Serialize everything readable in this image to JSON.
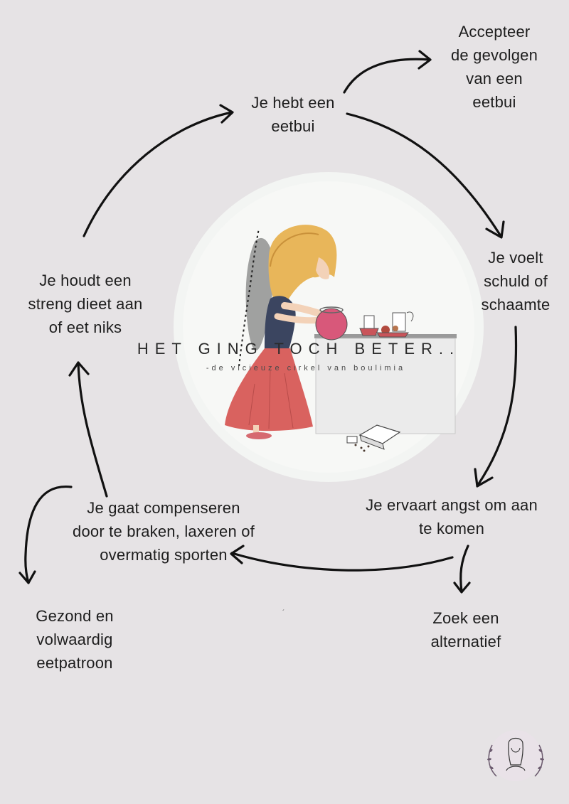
{
  "nodes": {
    "eetbui": [
      "Je hebt een",
      "eetbui"
    ],
    "accept": [
      "Accepteer",
      "de gevolgen",
      "van een",
      "eetbui"
    ],
    "schuld": [
      "Je voelt",
      "schuld of",
      "schaamte"
    ],
    "angst": [
      "Je ervaart angst om aan",
      "te komen"
    ],
    "zoek": [
      "Zoek een",
      "alternatief"
    ],
    "compenseren": [
      "Je gaat compenseren",
      "door te braken, laxeren of",
      "overmatig sporten"
    ],
    "gezond": [
      "Gezond en",
      "volwaardig",
      "eetpatroon"
    ],
    "dieet": [
      "Je houdt een",
      "streng dieet aan",
      "of eet niks"
    ]
  },
  "center": {
    "title": "HET GING TOCH BETER..",
    "subtitle": "-de vicieuze cirkel van boulimia"
  },
  "stray_mark": "´",
  "logo": {
    "icon": "woman-portrait-wreath-icon"
  },
  "colors": {
    "background": "#e6e3e5",
    "text": "#1d1d1d",
    "hair": "#e8b65a",
    "skirt": "#d9625f",
    "top": "#3b4560",
    "jar": "#d8587a",
    "wash": "#f2f4f2"
  }
}
